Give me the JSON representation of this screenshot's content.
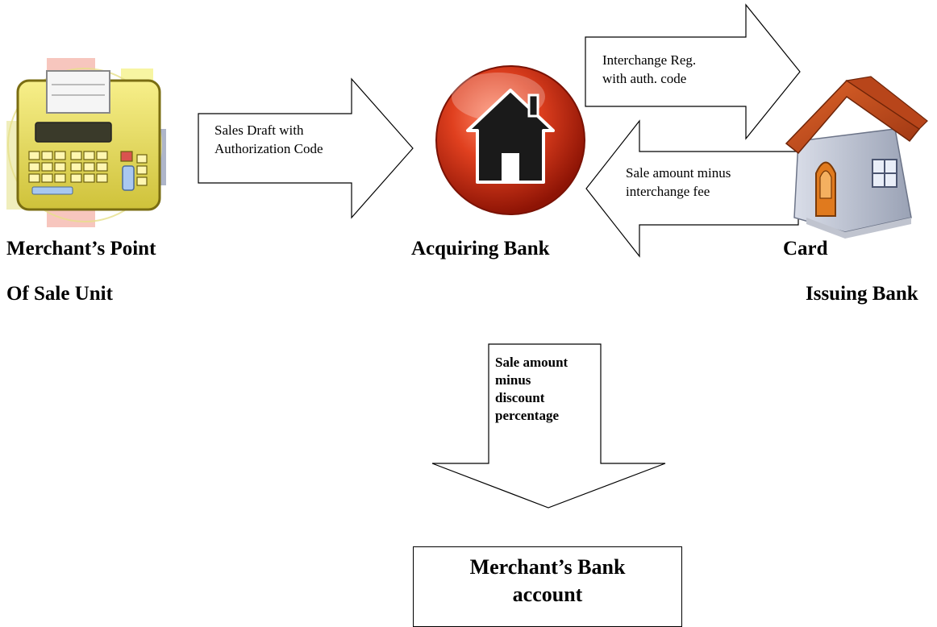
{
  "nodes": {
    "merchant_pos": {
      "line1": "Merchant’s Point",
      "line2": "Of Sale Unit",
      "icon": "cash-register-icon"
    },
    "acquiring_bank": {
      "label": "Acquiring Bank",
      "icon": "red-home-button-icon"
    },
    "issuing_bank": {
      "line1": "Card",
      "line2": "Issuing Bank",
      "icon": "house-icon"
    },
    "merchant_bank_account": {
      "line1": "Merchant’s Bank",
      "line2": "account"
    }
  },
  "arrows": {
    "sales_draft": {
      "line1": "Sales Draft with",
      "line2": "Authorization Code"
    },
    "interchange_req": {
      "line1": "Interchange Reg.",
      "line2": "with auth. code"
    },
    "sale_minus_interchange": {
      "line1": "Sale amount minus",
      "line2": "interchange fee"
    },
    "sale_minus_discount": {
      "line1": "Sale amount",
      "line2": "minus",
      "line3": "discount",
      "line4": "percentage"
    }
  },
  "colors": {
    "register_body": "#f2e66a",
    "acquiring_button": "#d83a1c",
    "issuing_roof": "#c8501e",
    "issuing_wall": "#c7ccd8"
  }
}
